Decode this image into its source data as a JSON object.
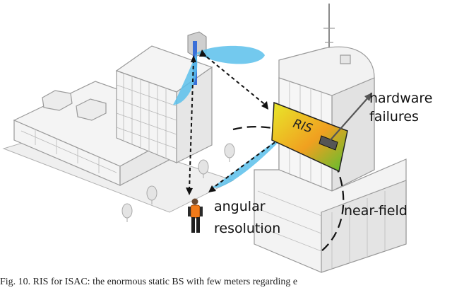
{
  "labels": {
    "ris": "RIS",
    "hardware_line1": "hardware",
    "hardware_line2": "failures",
    "angular_line1": "angular",
    "angular_line2": "resolution",
    "nearfield": "near-field"
  },
  "caption": "Fig. 10.   RIS for ISAC: the enormous static BS with few meters regarding e",
  "colors": {
    "beam": "#5bc0eb",
    "ris_left": "#e8e82a",
    "ris_mid": "#f0a020",
    "ris_right": "#58c030",
    "building_line": "#9a9a9a",
    "vest": "#f07a1a"
  }
}
